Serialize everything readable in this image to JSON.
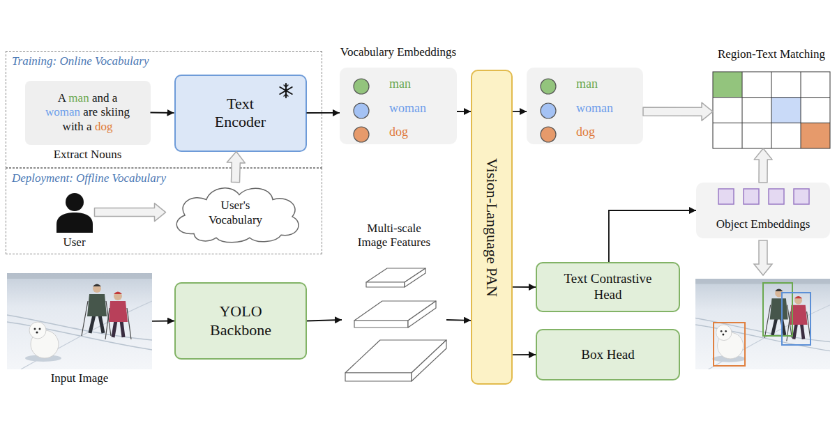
{
  "diagram": {
    "nodes": [
      {
        "text": [
          "Training: Online Vocabulary"
        ]
      },
      {
        "text": [
          "A man and a woman are skiing with a dog",
          "Extract Nouns"
        ],
        "in": 0
      },
      {
        "text": [
          "Text Encoder"
        ],
        "in": 0
      },
      {
        "text": [
          "Vocabulary Embeddings",
          "man",
          "woman",
          "dog"
        ]
      },
      {
        "text": [
          "Vision-Language PAN"
        ]
      },
      {
        "text": [
          "man",
          "woman",
          "dog"
        ]
      },
      {
        "text": [
          "Region-Text Matching"
        ]
      },
      {
        "text": [
          "Deployment: Offline Vocabulary"
        ]
      },
      {
        "text": [
          "User"
        ],
        "in": 7
      },
      {
        "text": [
          "User's Vocabulary"
        ],
        "in": 7
      },
      {
        "text": [
          "Multi-scale Image Features"
        ]
      },
      {
        "text": [
          "Object Embeddings"
        ]
      },
      {
        "text": [
          "Input Image"
        ]
      },
      {
        "text": [
          "YOLO Backbone"
        ]
      },
      {
        "text": [
          "Text Contrastive Head"
        ]
      },
      {
        "text": [
          "Box Head"
        ]
      }
    ],
    "edges": [
      {
        "from": 1,
        "to": 2,
        "arrow": "to"
      },
      {
        "from": 2,
        "to": 3,
        "arrow": "to"
      },
      {
        "from": 3,
        "to": 4,
        "arrow": "to"
      },
      {
        "from": 4,
        "to": 5,
        "arrow": "to"
      },
      {
        "from": 5,
        "to": 6,
        "arrow": "to"
      },
      {
        "from": 8,
        "to": 9,
        "arrow": "to"
      },
      {
        "from": 9,
        "to": 2,
        "arrow": "to"
      },
      {
        "from": 12,
        "to": 13,
        "arrow": "to"
      },
      {
        "from": 13,
        "to": 10,
        "arrow": "to"
      },
      {
        "from": 10,
        "to": 4,
        "arrow": "to"
      },
      {
        "from": 4,
        "to": 14,
        "arrow": "to"
      },
      {
        "from": 4,
        "to": 15,
        "arrow": "to"
      },
      {
        "from": 14,
        "to": 11,
        "arrow": "to"
      },
      {
        "from": 11,
        "to": 6,
        "arrow": "to"
      }
    ]
  }
}
